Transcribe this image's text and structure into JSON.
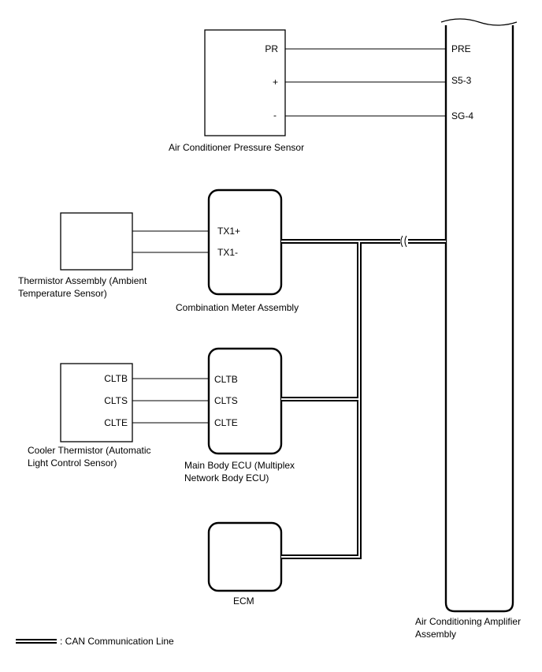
{
  "pressure_sensor": {
    "label": "Air Conditioner Pressure Sensor",
    "pins": [
      "PR",
      "+",
      "-"
    ]
  },
  "amplifier": {
    "label_line1": "Air Conditioning Amplifier",
    "label_line2": "Assembly",
    "pins": [
      "PRE",
      "S5-3",
      "SG-4"
    ]
  },
  "ambient_thermistor": {
    "label_line1": "Thermistor Assembly (Ambient",
    "label_line2": "Temperature Sensor)"
  },
  "combination_meter": {
    "label": "Combination Meter Assembly",
    "pins": [
      "TX1+",
      "TX1-"
    ]
  },
  "cooler_thermistor": {
    "label_line1": "Cooler Thermistor (Automatic",
    "label_line2": "Light Control Sensor)",
    "pins": [
      "CLTB",
      "CLTS",
      "CLTE"
    ]
  },
  "main_body_ecu": {
    "label_line1": "Main Body ECU (Multiplex",
    "label_line2": "Network Body ECU)",
    "pins": [
      "CLTB",
      "CLTS",
      "CLTE"
    ]
  },
  "ecm": {
    "label": "ECM"
  },
  "legend": {
    "label": ": CAN Communication Line"
  }
}
